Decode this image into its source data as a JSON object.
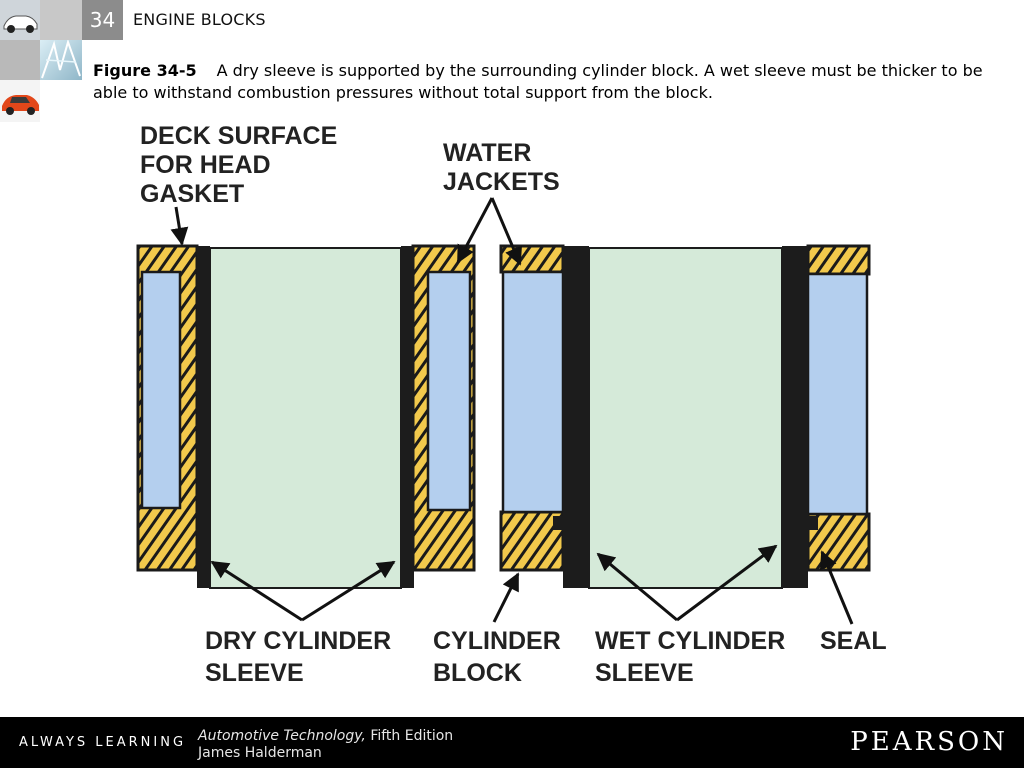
{
  "header": {
    "chapter_number": "34",
    "chapter_title": "ENGINE BLOCKS"
  },
  "caption": {
    "figure_label": "Figure 34-5",
    "text": "A dry sleeve is supported by the surrounding cylinder block. A wet sleeve must be thicker to be able to withstand combustion pressures without total support from the block."
  },
  "diagram": {
    "labels": {
      "deck_surface": [
        "DECK SURFACE",
        "FOR HEAD",
        "GASKET"
      ],
      "water_jackets": [
        "WATER",
        "JACKETS"
      ],
      "dry_sleeve": [
        "DRY CYLINDER",
        "SLEEVE"
      ],
      "cylinder_block": [
        "CYLINDER",
        "BLOCK"
      ],
      "wet_sleeve": [
        "WET CYLINDER",
        "SLEEVE"
      ],
      "seal": [
        "SEAL"
      ]
    },
    "colors": {
      "block_hatch_fill": "#f2c94c",
      "water_jacket": "#b4cfee",
      "cylinder_bore": "#d5ead9",
      "sleeve": "#1c1c1c",
      "arrow": "#111111"
    }
  },
  "footer": {
    "tagline": "ALWAYS LEARNING",
    "book_title": "Automotive Technology,",
    "book_edition": " Fifth Edition",
    "author": "James Halderman",
    "brand": "PEARSON"
  }
}
